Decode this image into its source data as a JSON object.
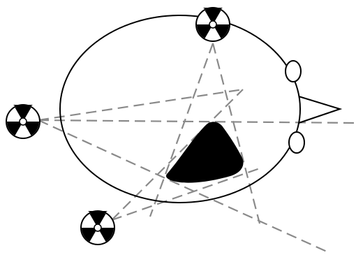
{
  "diagram": {
    "colors": {
      "background": "#ffffff",
      "outline": "#000000",
      "ray": "#8a8a8a",
      "hazard_fill": "#000000",
      "sensor_dark": "#000000",
      "sensor_light": "#ffffff"
    },
    "hazard_symbol_icon": "radiation-icon",
    "sensor_count": 3,
    "eye_like_markers": 2,
    "beak_shape": "triangle"
  }
}
